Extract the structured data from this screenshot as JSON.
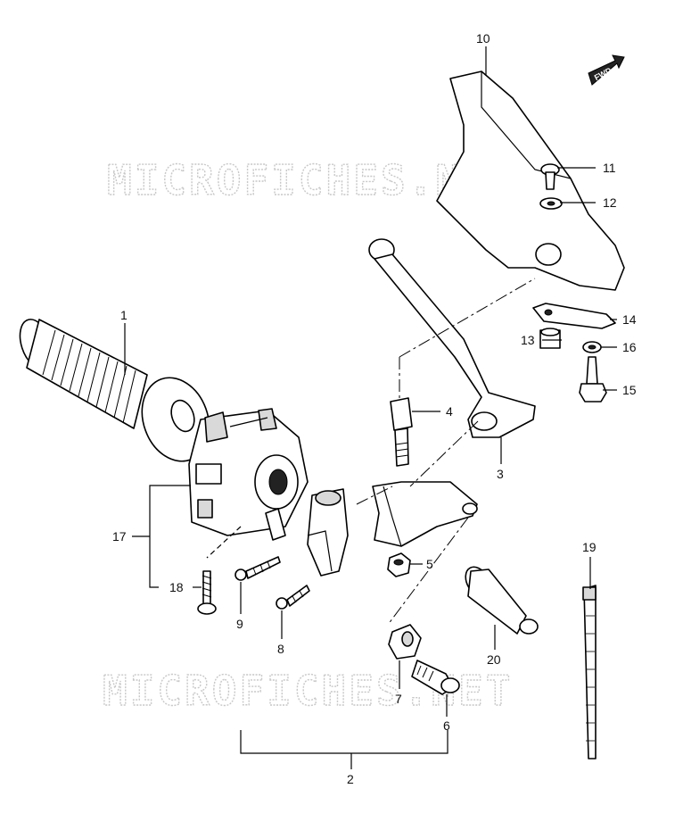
{
  "watermark": {
    "text": "MICROFICHES.NET"
  },
  "fwd_badge": {
    "text": "FWD"
  },
  "callouts": [
    {
      "id": "1",
      "label": "1"
    },
    {
      "id": "2",
      "label": "2"
    },
    {
      "id": "3",
      "label": "3"
    },
    {
      "id": "4",
      "label": "4"
    },
    {
      "id": "5",
      "label": "5"
    },
    {
      "id": "6",
      "label": "6"
    },
    {
      "id": "7",
      "label": "7"
    },
    {
      "id": "8",
      "label": "8"
    },
    {
      "id": "9",
      "label": "9"
    },
    {
      "id": "10",
      "label": "10"
    },
    {
      "id": "11",
      "label": "11"
    },
    {
      "id": "12",
      "label": "12"
    },
    {
      "id": "13",
      "label": "13"
    },
    {
      "id": "14",
      "label": "14"
    },
    {
      "id": "15",
      "label": "15"
    },
    {
      "id": "16",
      "label": "16"
    },
    {
      "id": "17",
      "label": "17"
    },
    {
      "id": "18",
      "label": "18"
    },
    {
      "id": "19",
      "label": "19"
    },
    {
      "id": "20",
      "label": "20"
    }
  ]
}
